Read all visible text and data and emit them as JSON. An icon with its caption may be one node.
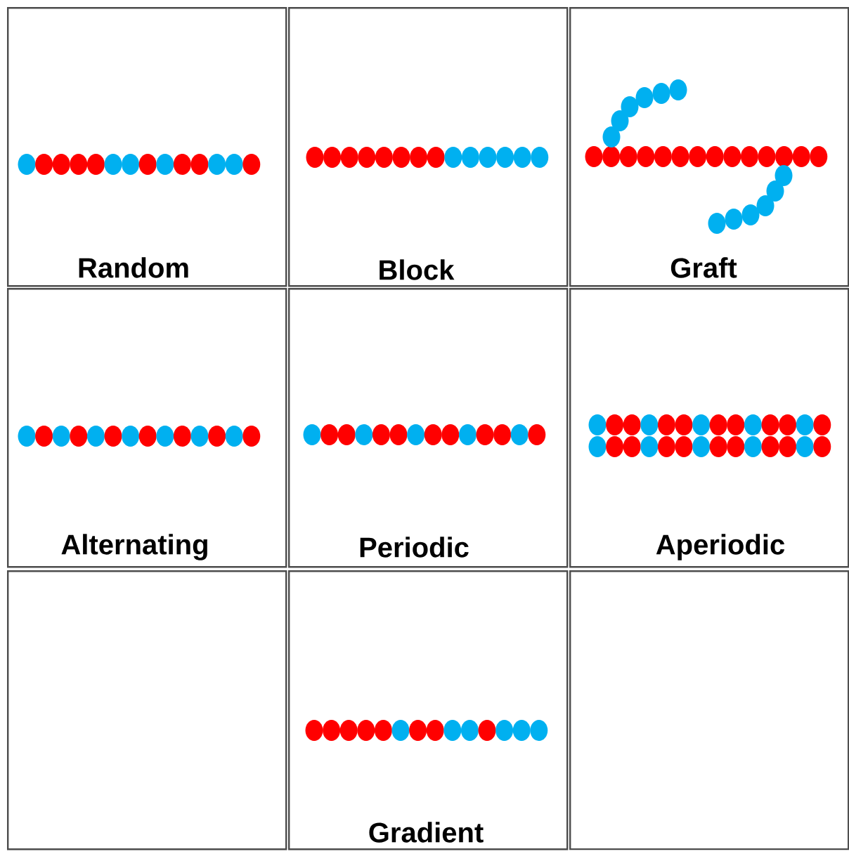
{
  "diagram": {
    "nodes": [
      {
        "text": [
          "Random"
        ]
      },
      {
        "text": [
          "Block"
        ]
      },
      {
        "text": [
          "Graft"
        ]
      },
      {
        "text": [
          "Alternating"
        ]
      },
      {
        "text": [
          "Periodic"
        ]
      },
      {
        "text": [
          "Aperiodic"
        ]
      },
      {
        "text": [],
        "shape": "box"
      },
      {
        "text": [
          "Gradient"
        ]
      },
      {
        "text": [],
        "shape": "box"
      }
    ]
  }
}
